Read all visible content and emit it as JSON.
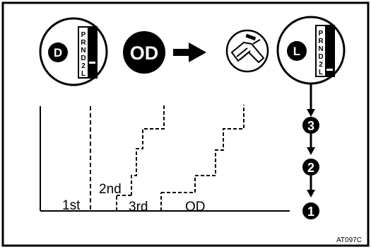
{
  "figure_code": "AT097C",
  "selector_positions": [
    "P",
    "R",
    "N",
    "D",
    "2",
    "L"
  ],
  "left_badge": "D",
  "right_badge": "L",
  "od_badge": "OD",
  "gear_labels": {
    "first": "1st",
    "second": "2nd",
    "third": "3rd",
    "overdrive": "OD"
  },
  "downshift_sequence": [
    "3",
    "2",
    "1"
  ]
}
